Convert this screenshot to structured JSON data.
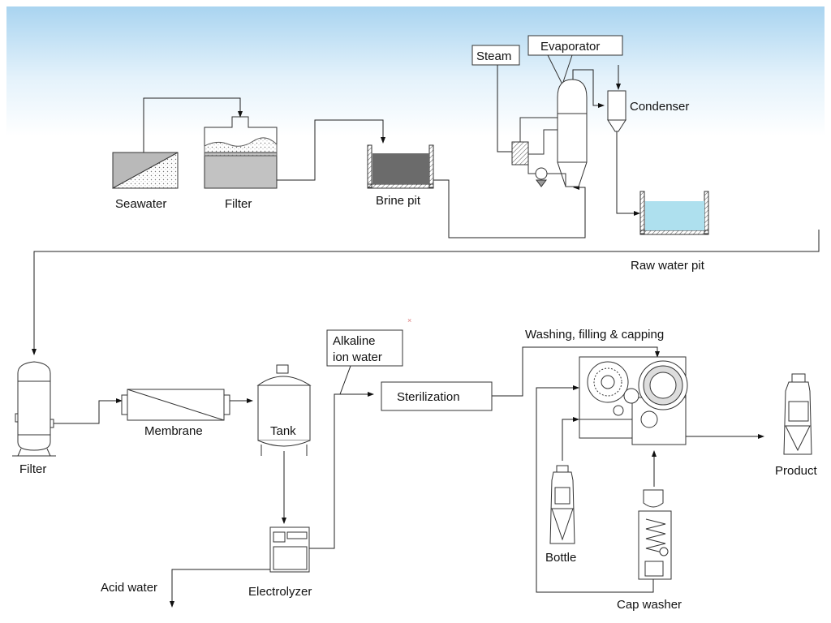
{
  "labels": {
    "seawater": "Seawater",
    "filter_top": "Filter",
    "brine_pit": "Brine pit",
    "steam": "Steam",
    "evaporator": "Evaporator",
    "condenser": "Condenser",
    "raw_water_pit": "Raw water pit",
    "filter_bottom": "Filter",
    "membrane": "Membrane",
    "tank": "Tank",
    "alkaline_line1": "Alkaline",
    "alkaline_line2": "ion water",
    "sterilization": "Sterilization",
    "washing": "Washing, filling & capping",
    "product": "Product",
    "bottle": "Bottle",
    "cap_washer": "Cap washer",
    "electrolyzer": "Electrolyzer",
    "acid_water": "Acid water"
  },
  "colors": {
    "sky_top": "#b9dcf3",
    "water": "#aee0ee",
    "brine": "#6f6f6f",
    "line": "#222222"
  }
}
